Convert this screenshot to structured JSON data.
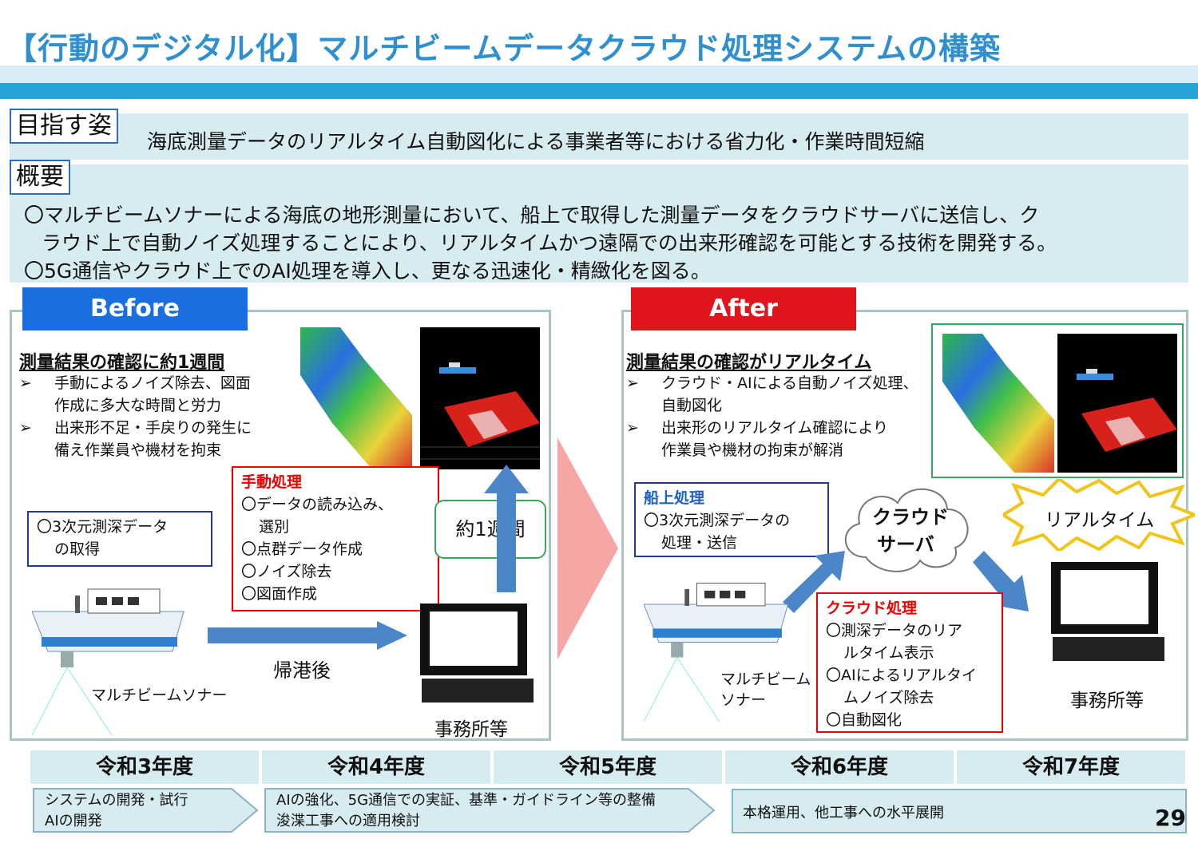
{
  "title": "【行動のデジタル化】マルチビームデータクラウド処理システムの構築",
  "goal": {
    "label": "目指す姿",
    "text": "海底測量データのリアルタイム自動図化による事業者等における省力化・作業時間短縮"
  },
  "overview": {
    "label": "概要",
    "line1": "〇マルチビームソナーによる海底の地形測量において、船上で取得した測量データをクラウドサーバに送信し、ク",
    "line2": "ラウド上で自動ノイズ処理することにより、リアルタイムかつ遠隔での出来形確認を可能とする技術を開発する。",
    "line3": "〇5G通信やクラウド上でのAI処理を導入し、更なる迅速化・精緻化を図る。"
  },
  "before": {
    "tag": "Before",
    "heading": "測量結果の確認に約1週間",
    "bullets": [
      {
        "mark": "➢",
        "l1": "手動によるノイズ除去、図面",
        "l2": "作成に多大な時間と労力"
      },
      {
        "mark": "➢",
        "l1": "出来形不足・手戻りの発生に",
        "l2": "備え作業員や機材を拘束"
      }
    ],
    "callout_ship": {
      "l1": "〇3次元測深データ",
      "l2": "の取得"
    },
    "callout_manual": {
      "title": "手動処理",
      "items": [
        "〇データの読み込み、",
        "選別",
        "〇点群データ作成",
        "〇ノイズ除去",
        "〇図面作成"
      ]
    },
    "callout_week": "約1週間",
    "after_port": "帰港後",
    "sonar": "マルチビームソナー",
    "office": "事務所等"
  },
  "after": {
    "tag": "After",
    "heading": "測量結果の確認がリアルタイム",
    "bullets": [
      {
        "mark": "➢",
        "l1": "クラウド・AIによる自動ノイズ処理、",
        "l2": "自動図化"
      },
      {
        "mark": "➢",
        "l1": "出来形のリアルタイム確認により",
        "l2": "作業員や機材の拘束が解消"
      }
    ],
    "callout_ship": {
      "title": "船上処理",
      "l1": "〇3次元測深データの",
      "l2": "処理・送信"
    },
    "cloud": {
      "l1": "クラウド",
      "l2": "サーバ"
    },
    "realtime": "リアルタイム",
    "callout_cloud": {
      "title": "クラウド処理",
      "items": [
        "〇測深データのリア",
        "ルタイム表示",
        "〇AIによるリアルタイ",
        "ムノイズ除去",
        "〇自動図化"
      ]
    },
    "sonar_l1": "マルチビーム",
    "sonar_l2": "ソナー",
    "office": "事務所等"
  },
  "timeline": {
    "years": [
      "令和3年度",
      "令和4年度",
      "令和5年度",
      "令和6年度",
      "令和7年度"
    ],
    "phase1": {
      "l1": "システムの開発・試行",
      "l2": "AIの開発"
    },
    "phase2": {
      "l1": "AIの強化、5G通信での実証、基準・ガイドライン等の整備",
      "l2": "浚渫工事への適用検討"
    },
    "phase3": "本格運用、他工事への水平展開"
  },
  "page_number": "29",
  "colors": {
    "title": "#2f8fcf",
    "before_tag": "#1a6fe0",
    "after_tag": "#e0141d",
    "band": "#d6ecf0"
  }
}
